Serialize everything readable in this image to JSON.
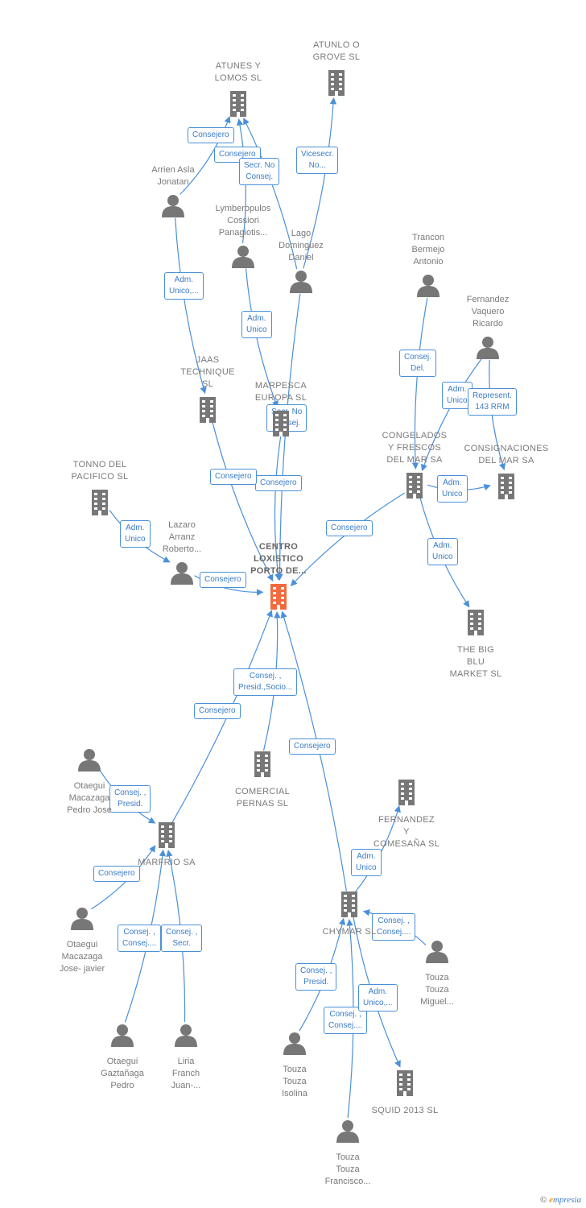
{
  "colors": {
    "edge": "#4a90d9",
    "icon": "#777777",
    "main_icon": "#f26a3d"
  },
  "nodes": [
    {
      "id": "atunes_lomos",
      "type": "company",
      "label": "ATUNES Y\nLOMOS SL",
      "icon": "building-icon"
    },
    {
      "id": "atunlo",
      "type": "company",
      "label": "ATUNLO O\nGROVE  SL",
      "icon": "building-icon"
    },
    {
      "id": "arrien",
      "type": "person",
      "label": "Arrien Asla\nJonatan",
      "icon": "person-icon"
    },
    {
      "id": "lymberopulos",
      "type": "person",
      "label": "Lymberopulos\nCossiori\nPanagiotis...",
      "icon": "person-icon"
    },
    {
      "id": "lago",
      "type": "person",
      "label": "Lago\nDominguez\nDaniel",
      "icon": "person-icon"
    },
    {
      "id": "trancon",
      "type": "person",
      "label": "Trancon\nBermejo\nAntonio",
      "icon": "person-icon"
    },
    {
      "id": "fernandez_vaquero",
      "type": "person",
      "label": "Fernandez\nVaquero\nRicardo",
      "icon": "person-icon"
    },
    {
      "id": "jaas",
      "type": "company",
      "label": "JAAS\nTECHNIQUE\nSL",
      "icon": "building-icon"
    },
    {
      "id": "marpesca",
      "type": "company",
      "label": "MARPESCA\nEUROPA SL",
      "icon": "building-icon"
    },
    {
      "id": "congelados",
      "type": "company",
      "label": "CONGELADOS\nY FRESCOS\nDEL MAR SA",
      "icon": "building-icon"
    },
    {
      "id": "consignaciones",
      "type": "company",
      "label": "CONSIGNACIONES\nDEL MAR SA",
      "icon": "building-icon"
    },
    {
      "id": "tonno",
      "type": "company",
      "label": "TONNO DEL\nPACIFICO  SL",
      "icon": "building-icon"
    },
    {
      "id": "lazaro",
      "type": "person",
      "label": "Lazaro\nArranz\nRoberto...",
      "icon": "person-icon"
    },
    {
      "id": "centro",
      "type": "main",
      "label": "CENTRO\nLOXISTICO\nPORTO DE...",
      "icon": "building-icon"
    },
    {
      "id": "the_big_blu",
      "type": "company",
      "label": "THE BIG\nBLU\nMARKET  SL",
      "icon": "building-icon"
    },
    {
      "id": "comercial_pernas",
      "type": "company",
      "label": "COMERCIAL\nPERNAS SL",
      "icon": "building-icon"
    },
    {
      "id": "otaegui_pedro_jose",
      "type": "person",
      "label": "Otaegui\nMacazaga\nPedro Jose",
      "icon": "person-icon"
    },
    {
      "id": "fernandez_comesana",
      "type": "company",
      "label": "FERNANDEZ\nY\nCOMESAÑA SL",
      "icon": "building-icon"
    },
    {
      "id": "marfrio",
      "type": "company",
      "label": "MARFRIO SA",
      "icon": "building-icon"
    },
    {
      "id": "otaegui_jose_javier",
      "type": "person",
      "label": "Otaegui\nMacazaga\nJose- javier",
      "icon": "person-icon"
    },
    {
      "id": "chymar",
      "type": "company",
      "label": "CHYMAR SL",
      "icon": "building-icon"
    },
    {
      "id": "touza_miguel",
      "type": "person",
      "label": "Touza\nTouza\nMiguel...",
      "icon": "person-icon"
    },
    {
      "id": "otaegui_gaztanaga",
      "type": "person",
      "label": "Otaegui\nGaztañaga\nPedro",
      "icon": "person-icon"
    },
    {
      "id": "liria",
      "type": "person",
      "label": "Liria\nFranch\nJuan-...",
      "icon": "person-icon"
    },
    {
      "id": "touza_isolina",
      "type": "person",
      "label": "Touza\nTouza\nIsolina",
      "icon": "person-icon"
    },
    {
      "id": "squid",
      "type": "company",
      "label": "SQUID 2013  SL",
      "icon": "building-icon"
    },
    {
      "id": "touza_francisco",
      "type": "person",
      "label": "Touza\nTouza\nFrancisco...",
      "icon": "person-icon"
    }
  ],
  "edges": [
    {
      "from": "arrien",
      "to": "atunes_lomos",
      "label": "Consejero"
    },
    {
      "from": "lymberopulos",
      "to": "atunes_lomos",
      "label": "Consejero"
    },
    {
      "from": "lago",
      "to": "atunes_lomos",
      "label": "Secr.  No\nConsej."
    },
    {
      "from": "lago",
      "to": "atunlo",
      "label": "Vicesecr.\nNo..."
    },
    {
      "from": "arrien",
      "to": "jaas",
      "label": "Adm.\nUnico,..."
    },
    {
      "from": "lymberopulos",
      "to": "marpesca",
      "label": "Adm.\nUnico"
    },
    {
      "from": "lago",
      "to": "centro",
      "label": "Secr.  No\nConsej."
    },
    {
      "from": "marpesca",
      "to": "centro",
      "label": "Consejero"
    },
    {
      "from": "jaas",
      "to": "centro",
      "label": "Consejero"
    },
    {
      "from": "trancon",
      "to": "congelados",
      "label": "Consej.\nDel."
    },
    {
      "from": "fernandez_vaquero",
      "to": "congelados",
      "label": "Adm.\nUnico"
    },
    {
      "from": "fernandez_vaquero",
      "to": "consignaciones",
      "label": "Represent.\n143 RRM"
    },
    {
      "from": "tonno",
      "to": "lazaro",
      "label": "Adm.\nUnico"
    },
    {
      "from": "lazaro",
      "to": "centro",
      "label": "Consejero"
    },
    {
      "from": "congelados",
      "to": "centro",
      "label": "Consejero"
    },
    {
      "from": "congelados",
      "to": "the_big_blu",
      "label": "Adm.\nUnico"
    },
    {
      "from": "congelados",
      "to": "consignaciones",
      "label": "Adm.\nUnico"
    },
    {
      "from": "comercial_pernas",
      "to": "centro",
      "label": "Consej. ,\nPresid.,Socio..."
    },
    {
      "from": "marfrio",
      "to": "centro",
      "label": "Consejero"
    },
    {
      "from": "chymar",
      "to": "centro",
      "label": "Consejero"
    },
    {
      "from": "otaegui_pedro_jose",
      "to": "marfrio",
      "label": "Consej. ,\nPresid."
    },
    {
      "from": "otaegui_jose_javier",
      "to": "marfrio",
      "label": "Consejero"
    },
    {
      "from": "otaegui_gaztanaga",
      "to": "marfrio",
      "label": "Consej. ,\nConsej...."
    },
    {
      "from": "liria",
      "to": "marfrio",
      "label": "Consej. ,\nSecr."
    },
    {
      "from": "chymar",
      "to": "fernandez_comesana",
      "label": "Adm.\nUnico"
    },
    {
      "from": "touza_miguel",
      "to": "chymar",
      "label": "Consej. ,\nConsej...."
    },
    {
      "from": "touza_isolina",
      "to": "chymar",
      "label": "Consej. ,\nPresid."
    },
    {
      "from": "touza_francisco",
      "to": "chymar",
      "label": "Consej. ,\nConsej...."
    },
    {
      "from": "chymar",
      "to": "squid",
      "label": "Adm.\nUnico,..."
    }
  ],
  "footer": {
    "copyright": "©",
    "brand_e": "e",
    "brand": "mpresia"
  }
}
